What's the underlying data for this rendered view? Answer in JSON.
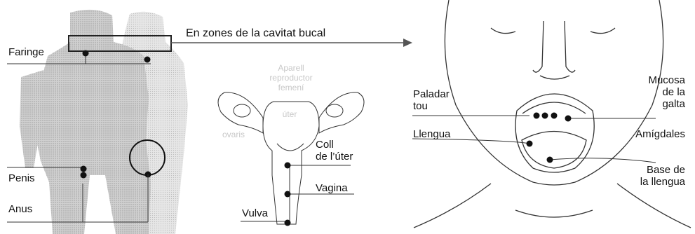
{
  "arrow_label": "En zones de la cavitat bucal",
  "body_labels": {
    "faringe": "Faringe",
    "penis": "Penis",
    "anus": "Anus"
  },
  "female": {
    "title_line1": "Aparell",
    "title_line2": "reproductor",
    "title_line3": "femení",
    "uter": "úter",
    "ovaris": "ovaris",
    "coll_line1": "Coll",
    "coll_line2": "de l’úter",
    "vagina": "Vagina",
    "vulva": "Vulva"
  },
  "mouth": {
    "paladar_line1": "Paladar",
    "paladar_line2": "tou",
    "llengua": "Llengua",
    "mucosa_line1": "Mucosa",
    "mucosa_line2": "de la",
    "mucosa_line3": "galta",
    "amigdales": "Amígdales",
    "base_line1": "Base de",
    "base_line2": "la llengua"
  },
  "colors": {
    "silhouette_dark": "#a9a9a9",
    "silhouette_light": "#d4d4d4",
    "line": "#222222",
    "ghost_text": "#c8c8c8"
  }
}
